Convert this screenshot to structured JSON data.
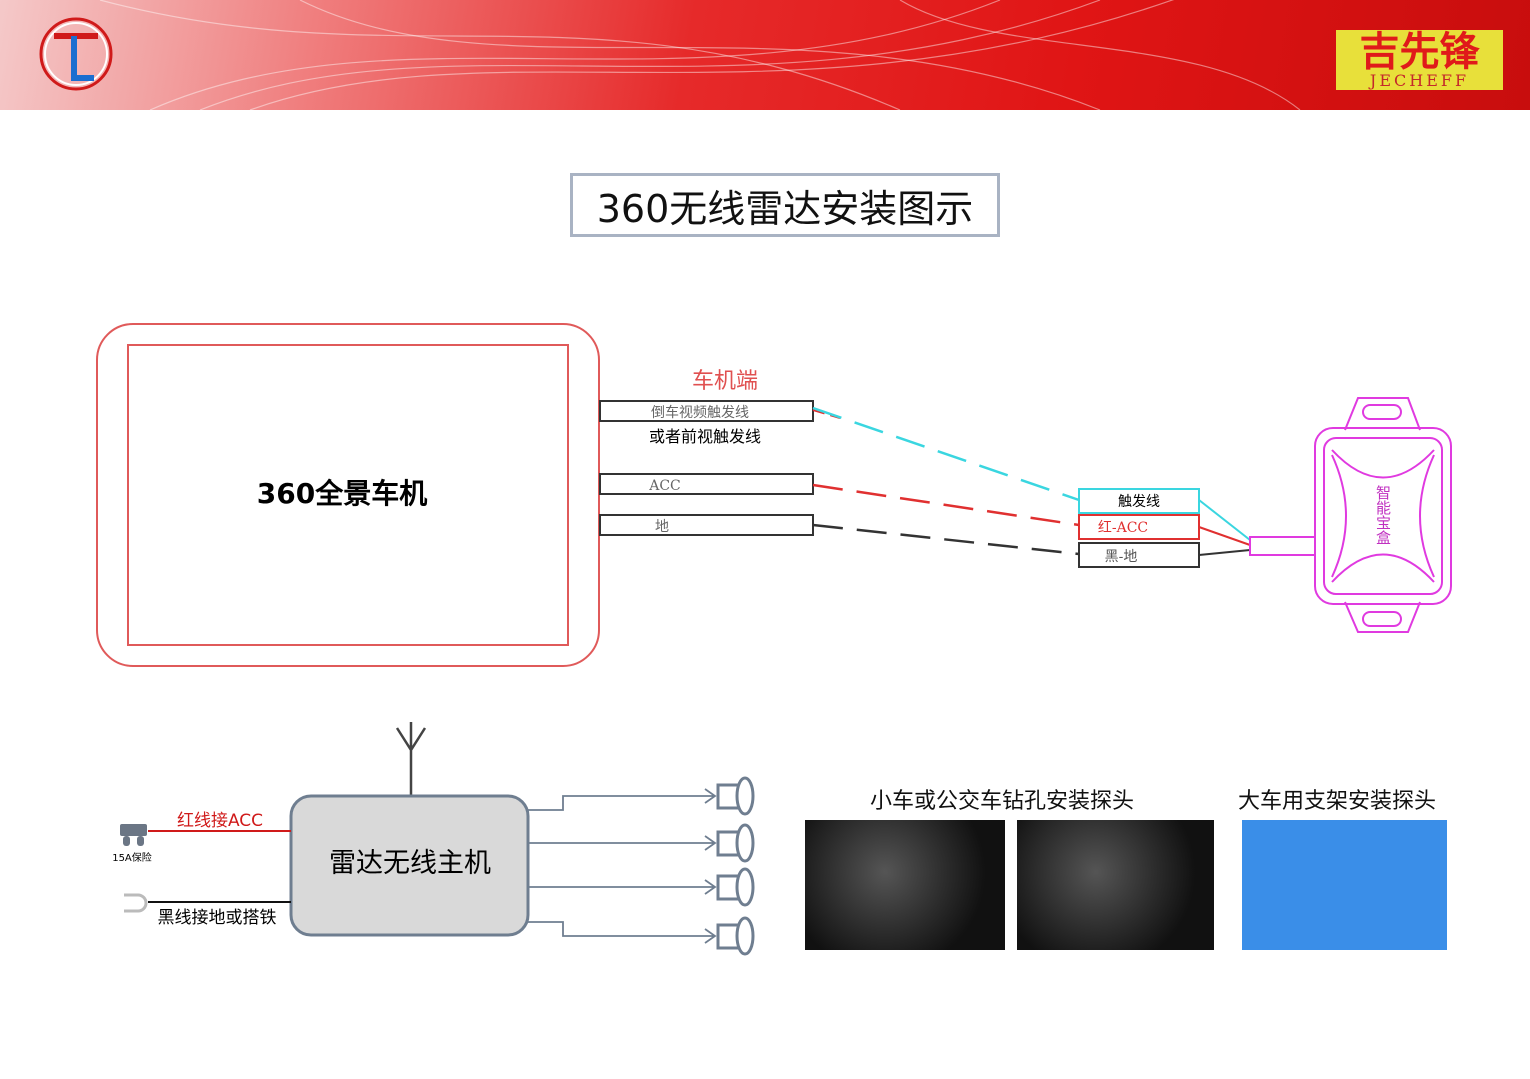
{
  "header": {
    "logo_letter": "T",
    "brand_cn": "吉先锋",
    "brand_en": "JECHEFF"
  },
  "title": "360无线雷达安装图示",
  "head_unit": {
    "label": "360全景车机",
    "terminal_label": "车机端",
    "wires": [
      {
        "label": "倒车视频触发线",
        "note": "或者前视触发线"
      },
      {
        "label": "ACC"
      },
      {
        "label": "地"
      }
    ]
  },
  "smart_box": {
    "label": "智能宝盒",
    "wires": [
      {
        "label": "触发线",
        "color": "#3ad6e0"
      },
      {
        "label": "红-ACC",
        "color": "#e03030"
      },
      {
        "label": "黑-地",
        "color": "#333333"
      }
    ]
  },
  "radar": {
    "host_label": "雷达无线主机",
    "red_wire": "红线接ACC",
    "black_wire": "黑线接地或搭铁",
    "fuse": "15A保险",
    "probe_count": 4
  },
  "photos": {
    "small_car_caption": "小车或公交车钻孔安装探头",
    "large_car_caption": "大车用支架安装探头"
  }
}
